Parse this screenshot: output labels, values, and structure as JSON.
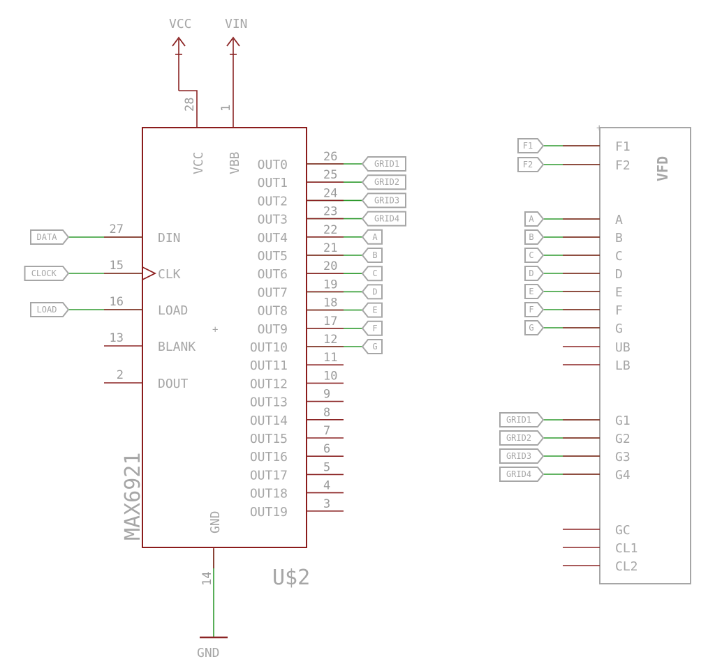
{
  "chip": {
    "part": "MAX6921",
    "ref": "U$2",
    "power_pins": [
      {
        "name": "VCC",
        "num": "28"
      },
      {
        "name": "VBB",
        "num": "1"
      }
    ],
    "gnd_pin": {
      "name": "GND",
      "num": "14"
    },
    "left_pins": [
      {
        "name": "DIN",
        "num": "27",
        "net": "DATA"
      },
      {
        "name": "CLK",
        "num": "15",
        "net": "CLOCK"
      },
      {
        "name": "LOAD",
        "num": "16",
        "net": "LOAD"
      },
      {
        "name": "BLANK",
        "num": "13",
        "net": ""
      },
      {
        "name": "DOUT",
        "num": "2",
        "net": ""
      }
    ],
    "right_pins": [
      {
        "name": "OUT0",
        "num": "26",
        "net": "GRID1"
      },
      {
        "name": "OUT1",
        "num": "25",
        "net": "GRID2"
      },
      {
        "name": "OUT2",
        "num": "24",
        "net": "GRID3"
      },
      {
        "name": "OUT3",
        "num": "23",
        "net": "GRID4"
      },
      {
        "name": "OUT4",
        "num": "22",
        "net": "A"
      },
      {
        "name": "OUT5",
        "num": "21",
        "net": "B"
      },
      {
        "name": "OUT6",
        "num": "20",
        "net": "C"
      },
      {
        "name": "OUT7",
        "num": "19",
        "net": "D"
      },
      {
        "name": "OUT8",
        "num": "18",
        "net": "E"
      },
      {
        "name": "OUT9",
        "num": "17",
        "net": "F"
      },
      {
        "name": "OUT10",
        "num": "12",
        "net": "G"
      },
      {
        "name": "OUT11",
        "num": "11",
        "net": ""
      },
      {
        "name": "OUT12",
        "num": "10",
        "net": ""
      },
      {
        "name": "OUT13",
        "num": "9",
        "net": ""
      },
      {
        "name": "OUT14",
        "num": "8",
        "net": ""
      },
      {
        "name": "OUT15",
        "num": "7",
        "net": ""
      },
      {
        "name": "OUT16",
        "num": "6",
        "net": ""
      },
      {
        "name": "OUT17",
        "num": "5",
        "net": ""
      },
      {
        "name": "OUT18",
        "num": "4",
        "net": ""
      },
      {
        "name": "OUT19",
        "num": "3",
        "net": ""
      }
    ]
  },
  "supplies": [
    {
      "name": "VCC"
    },
    {
      "name": "VIN"
    }
  ],
  "ground": {
    "name": "GND"
  },
  "vfd": {
    "name": "VFD",
    "pins": [
      {
        "name": "F1",
        "net": "F1"
      },
      {
        "name": "F2",
        "net": "F2"
      },
      {
        "name": "A",
        "net": "A"
      },
      {
        "name": "B",
        "net": "B"
      },
      {
        "name": "C",
        "net": "C"
      },
      {
        "name": "D",
        "net": "D"
      },
      {
        "name": "E",
        "net": "E"
      },
      {
        "name": "F",
        "net": "F"
      },
      {
        "name": "G",
        "net": "G"
      },
      {
        "name": "UB",
        "net": ""
      },
      {
        "name": "LB",
        "net": ""
      },
      {
        "name": "G1",
        "net": "GRID1"
      },
      {
        "name": "G2",
        "net": "GRID2"
      },
      {
        "name": "G3",
        "net": "GRID3"
      },
      {
        "name": "G4",
        "net": "GRID4"
      },
      {
        "name": "GC",
        "net": ""
      },
      {
        "name": "CL1",
        "net": ""
      },
      {
        "name": "CL2",
        "net": ""
      }
    ]
  },
  "colors": {
    "pin": "#8b2424",
    "net": "#2e9a2e",
    "text": "#a6a6a6"
  }
}
